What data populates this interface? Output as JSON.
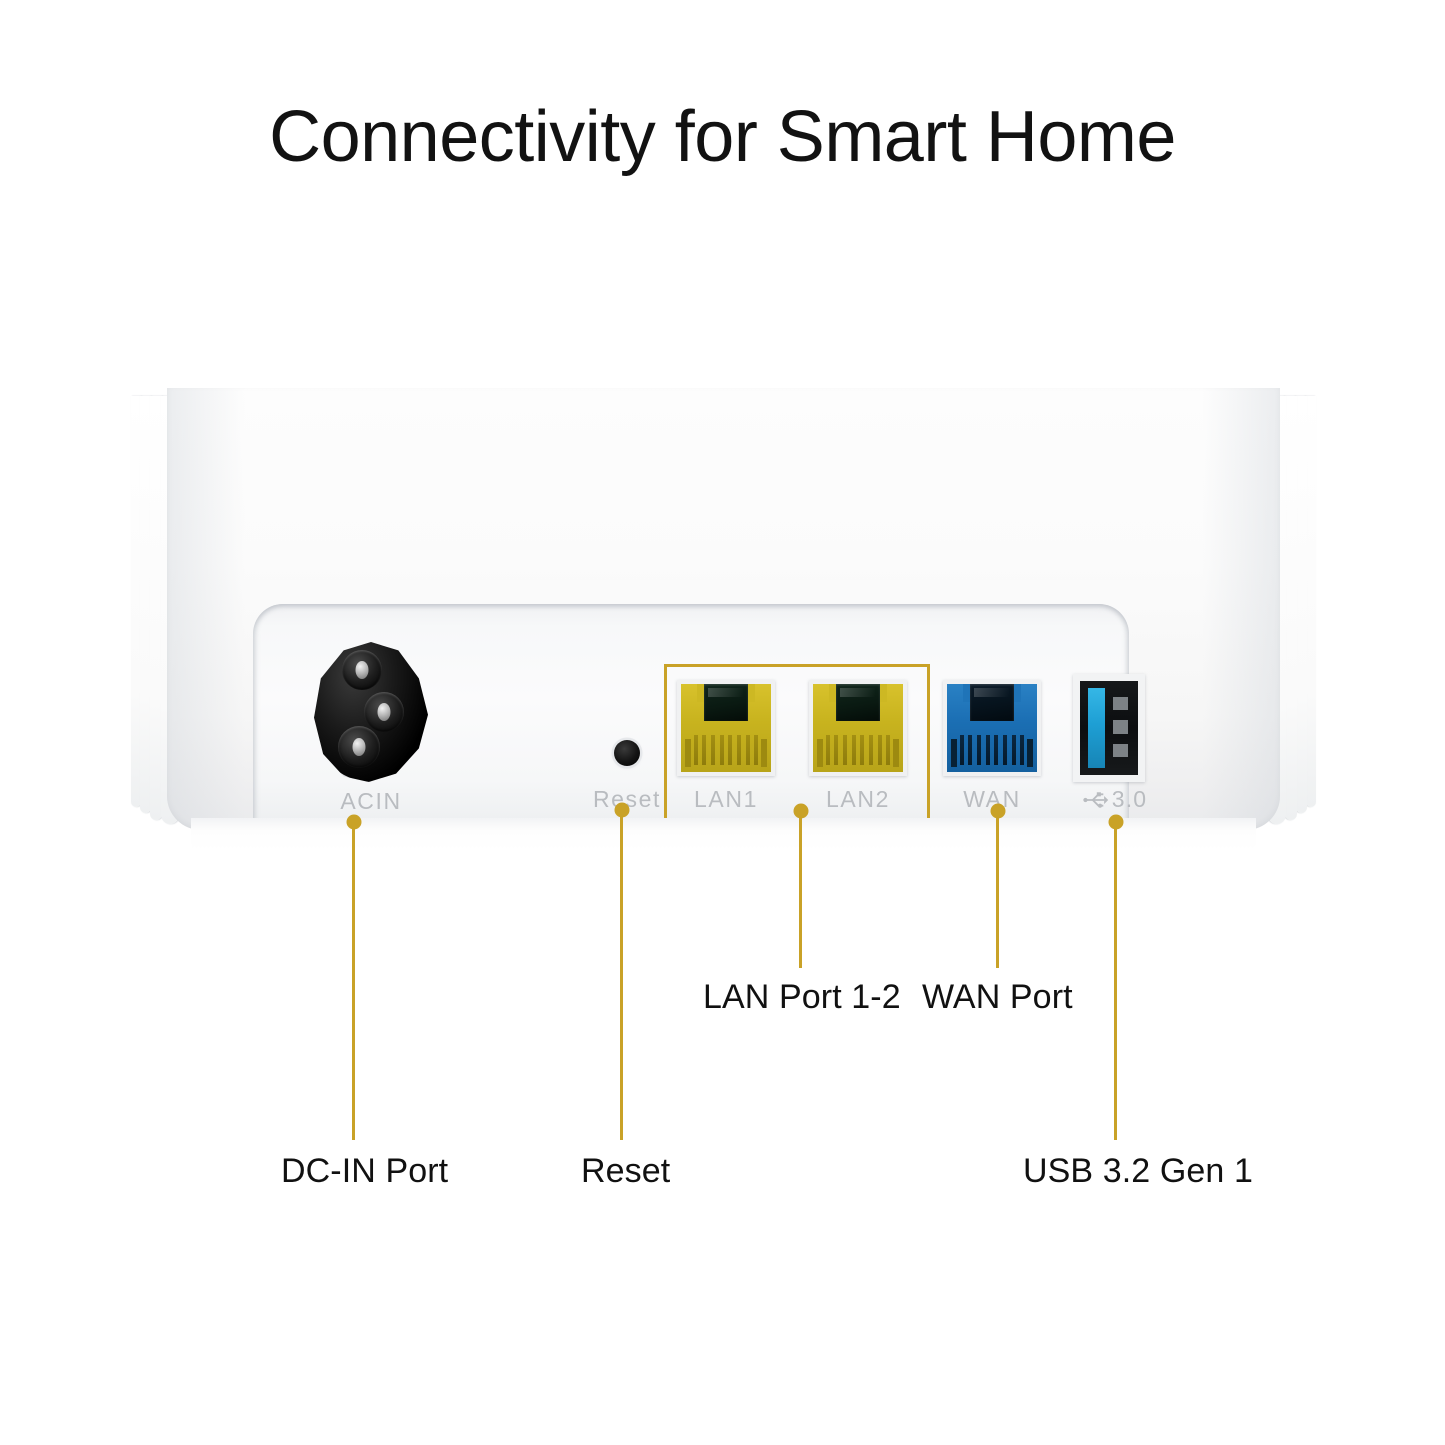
{
  "title": "Connectivity for Smart Home",
  "colors": {
    "accent_gold": "#c9a227",
    "lan_port": "#c9b41f",
    "wan_port": "#1b6fb4",
    "usb_blade": "#1e9fd4",
    "silkscreen_text": "#b9bcc0",
    "title_text": "#121212",
    "background": "#ffffff"
  },
  "device": {
    "silkscreen_labels": {
      "acin": "ACIN",
      "reset": "Reset",
      "lan1": "LAN1",
      "lan2": "LAN2",
      "wan": "WAN",
      "usb_version": "3.0"
    }
  },
  "callouts": [
    {
      "id": "dc-in",
      "label": "DC-IN Port"
    },
    {
      "id": "reset",
      "label": "Reset"
    },
    {
      "id": "lan",
      "label": "LAN Port 1-2"
    },
    {
      "id": "wan",
      "label": "WAN Port"
    },
    {
      "id": "usb",
      "label": "USB 3.2 Gen 1"
    }
  ]
}
